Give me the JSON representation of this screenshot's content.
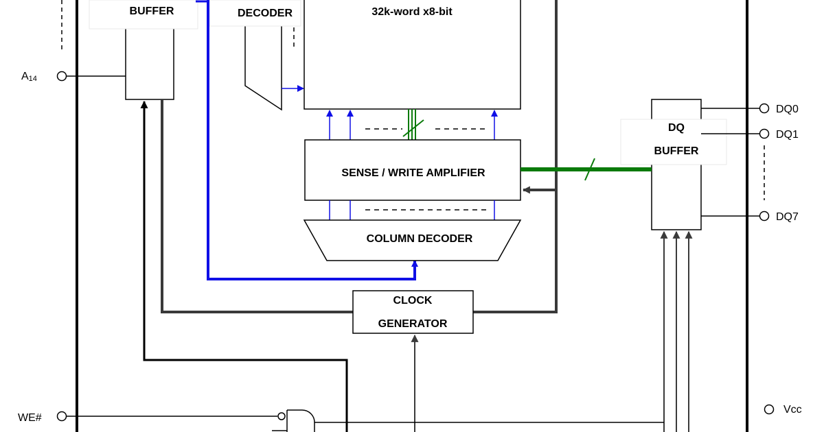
{
  "blocks": {
    "address_buffer": "BUFFER",
    "row_decoder": "DECODER",
    "memory_array": "32k-word x8-bit",
    "sense_amp": "SENSE / WRITE AMPLIFIER",
    "column_decoder": "COLUMN DECODER",
    "clock_generator": [
      "CLOCK",
      "GENERATOR"
    ],
    "dq_buffer": [
      "DQ",
      "BUFFER"
    ]
  },
  "pins": {
    "a14": {
      "base": "A",
      "sub": "14"
    },
    "we": "WE#",
    "dq0": "DQ0",
    "dq1": "DQ1",
    "dq7": "DQ7",
    "vcc": "Vcc"
  },
  "colors": {
    "address_bus": "#1010e6",
    "data_bus": "#0a7a0a",
    "control": "#3a3a3a",
    "outline": "#000000"
  }
}
